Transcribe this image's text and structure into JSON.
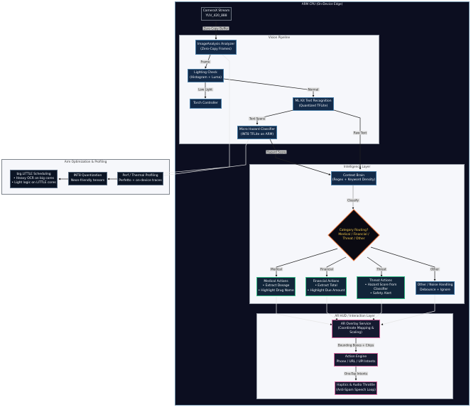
{
  "clusters": {
    "arm_cpu": "ARM CPU (On-Device Edge)",
    "vision_pipeline": "Vision Pipeline",
    "intelligence_layer": "Intelligence Layer",
    "ar_hud": "AR HUD / Interaction Layer",
    "arm_optimization": "Arm Optimization & Profiling"
  },
  "nodes": {
    "camerax": [
      "CameraX Stream",
      "YUV_420_888"
    ],
    "image_analysis": [
      "ImageAnalysis Analyzer",
      "(Zero-Copy Frames)"
    ],
    "lighting_check": [
      "Lighting Check",
      "(Histogram + Luma)"
    ],
    "torch": [
      "Torch Controller"
    ],
    "mlkit": [
      "ML Kit Text Recognition",
      "(Quantized TFLite)"
    ],
    "micro_hazard": [
      "Micro Hazard Classifier",
      "(INT8 TFLite on ARM)"
    ],
    "context_brain": [
      "Context Brain",
      "(Regex + Keyword Density)"
    ],
    "decision": [
      "Category Routing?",
      "Medical / Financial /",
      "Threat / Other"
    ],
    "medical": [
      "Medical Actions",
      "• Extract Dosage",
      "• Highlight Drug Name"
    ],
    "financial": [
      "Financial Actions",
      "• Extract Total",
      "• Highlight Due Amount"
    ],
    "threat": [
      "Threat Actions",
      "• Hazard Score from",
      "Classifier",
      "• Safety Alert"
    ],
    "other": [
      "Other / Noise Handling",
      "Debounce + Ignore"
    ],
    "ar_overlay": [
      "AR Overlay Service",
      "(Coordinate Mapping &",
      "Scaling)"
    ],
    "action_engine": [
      "Action Engine",
      "Phone / URL / UPI Intents"
    ],
    "haptics": [
      "Haptics & Audio Throttle",
      "(Anti-Spam Speech Loop)"
    ],
    "big_little": [
      "big.LITTLE Scheduling",
      "• Heavy OCR on big cores",
      "• Light logic on LITTLE cores"
    ],
    "int8": [
      "INT8 Quantization",
      "Neon-friendly tensors"
    ],
    "perf": [
      "Perf / Thermal Profiling",
      "Perfetto + on-device traces"
    ]
  },
  "edge_labels": {
    "zero_copy": "Zero-Copy Buffer",
    "frame": "Frame",
    "low_light": "Low Light",
    "normal": "Normal",
    "text_spans": "Text Spans",
    "raw_text": "Raw Text",
    "hazard_score": "Hazard Score",
    "classify": "Classify",
    "medical": "Medical",
    "financial": "Financial",
    "threat": "Threat",
    "other": "Other",
    "bounding_boxes": "Bounding Boxes + Chips",
    "one_tap": "One-Tap Intents"
  },
  "colors": {
    "canvas_dark": "#0c0e20",
    "cluster_light": "#f6f7fb",
    "node_blue": "#132a48",
    "node_green_border": "#38c08a",
    "node_pink_border": "#d46aa0",
    "decision_border": "#e8743b",
    "decision_text": "#f2c94c"
  }
}
